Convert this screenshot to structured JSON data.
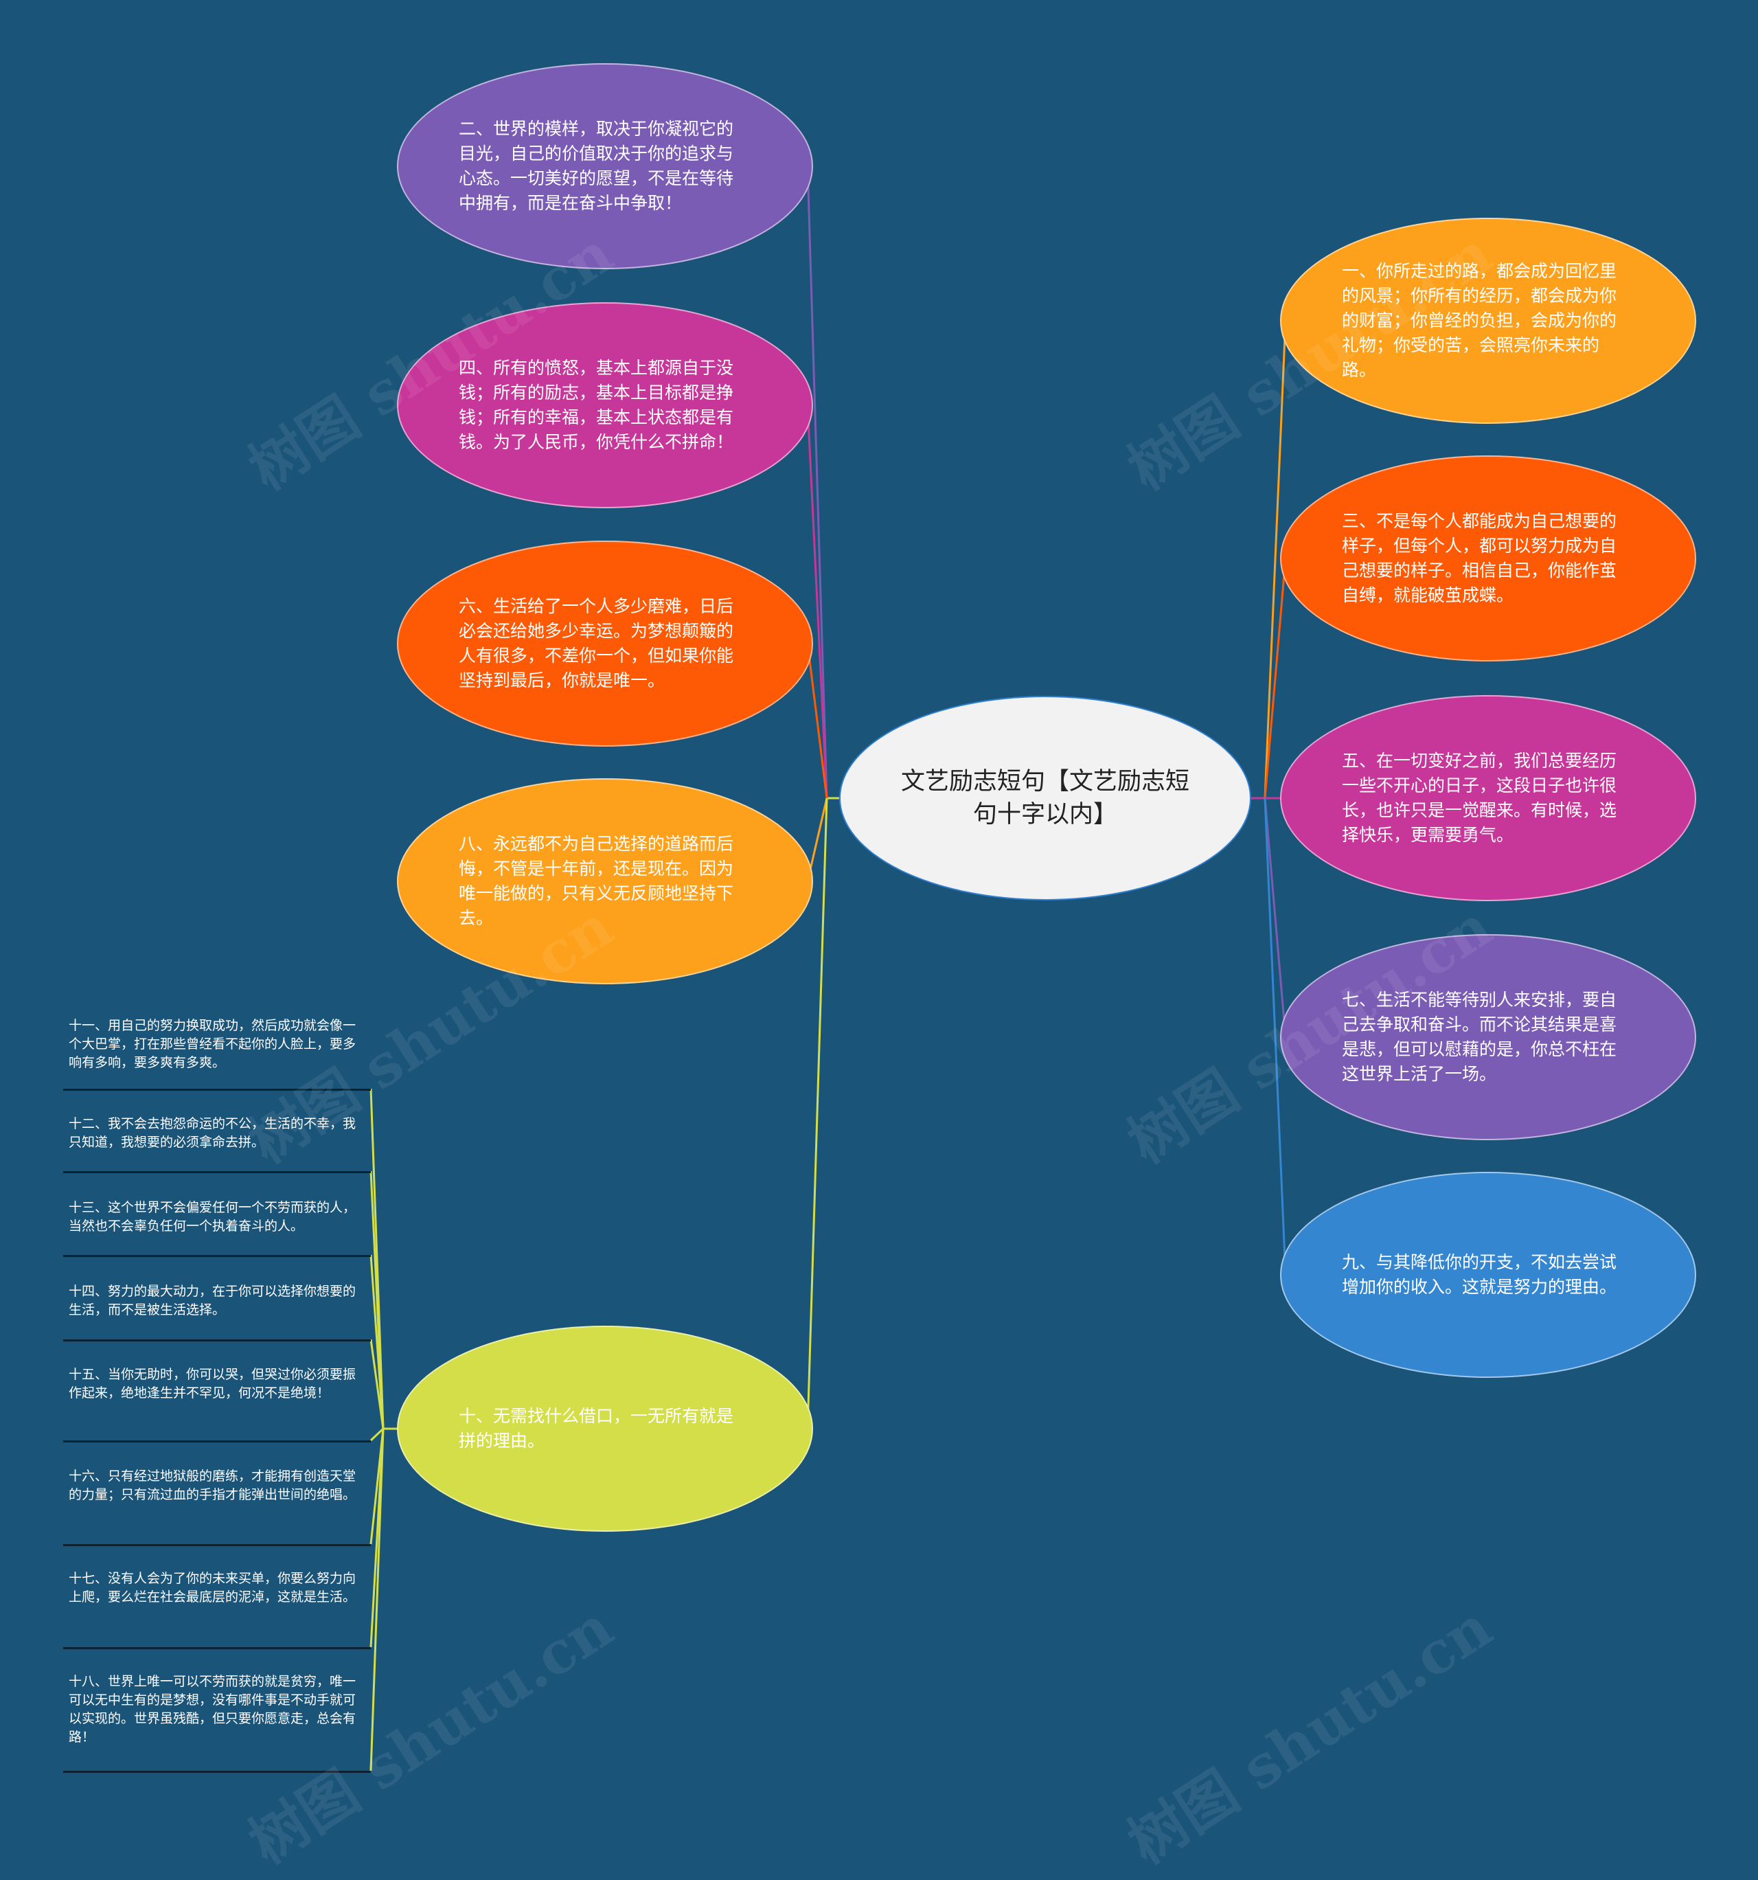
{
  "center": {
    "title": "文艺励志短句【文艺励志短句十字以内】"
  },
  "watermark": "树图 shutu.cn",
  "colors": {
    "background": "#1b5479",
    "purple": "#7b5cb4",
    "magenta": "#c73699",
    "orange_red": "#fe5a06",
    "amber": "#fda11c",
    "lime": "#d3de49",
    "blue": "#3486d1"
  },
  "left_branches": [
    {
      "text": "二、世界的模样，取决于你凝视它的目光，自己的价值取决于你的追求与心态。一切美好的愿望，不是在等待中拥有，而是在奋斗中争取！",
      "color": "purple"
    },
    {
      "text": "四、所有的愤怒，基本上都源自于没钱；所有的励志，基本上目标都是挣钱；所有的幸福，基本上状态都是有钱。为了人民币，你凭什么不拼命！",
      "color": "magenta"
    },
    {
      "text": "六、生活给了一个人多少磨难，日后必会还给她多少幸运。为梦想颠簸的人有很多，不差你一个，但如果你能坚持到最后，你就是唯一。",
      "color": "orange_red"
    },
    {
      "text": "八、永远都不为自己选择的道路而后悔，不管是十年前，还是现在。因为唯一能做的，只有义无反顾地坚持下去。",
      "color": "amber"
    },
    {
      "text": "十、无需找什么借口，一无所有就是拼的理由。",
      "color": "lime"
    }
  ],
  "right_branches": [
    {
      "text": "一、你所走过的路，都会成为回忆里的风景；你所有的经历，都会成为你的财富；你曾经的负担，会成为你的礼物；你受的苦，会照亮你未来的路。",
      "color": "amber"
    },
    {
      "text": "三、不是每个人都能成为自己想要的样子，但每个人，都可以努力成为自己想要的样子。相信自己，你能作茧自缚，就能破茧成蝶。",
      "color": "orange_red"
    },
    {
      "text": "五、在一切变好之前，我们总要经历一些不开心的日子，这段日子也许很长，也许只是一觉醒来。有时候，选择快乐，更需要勇气。",
      "color": "magenta"
    },
    {
      "text": "七、生活不能等待别人来安排，要自己去争取和奋斗。而不论其结果是喜是悲，但可以慰藉的是，你总不枉在这世界上活了一场。",
      "color": "purple"
    },
    {
      "text": "九、与其降低你的开支，不如去尝试增加你的收入。这就是努力的理由。",
      "color": "blue"
    }
  ],
  "leaves": [
    "十一、用自己的努力换取成功，然后成功就会像一个大巴掌，打在那些曾经看不起你的人脸上，要多响有多响，要多爽有多爽。",
    "十二、我不会去抱怨命运的不公，生活的不幸，我只知道，我想要的必须拿命去拼。",
    "十三、这个世界不会偏爱任何一个不劳而获的人，当然也不会辜负任何一个执着奋斗的人。",
    "十四、努力的最大动力，在于你可以选择你想要的生活，而不是被生活选择。",
    "十五、当你无助时，你可以哭，但哭过你必须要振作起来，绝地逢生并不罕见，何况不是绝境！",
    "十六、只有经过地狱般的磨练，才能拥有创造天堂的力量；只有流过血的手指才能弹出世间的绝唱。",
    "十七、没有人会为了你的未来买单，你要么努力向上爬，要么烂在社会最底层的泥淖，这就是生活。",
    "十八、世界上唯一可以不劳而获的就是贫穷，唯一可以无中生有的是梦想，没有哪件事是不动手就可以实现的。世界虽残酷，但只要你愿意走，总会有路！"
  ]
}
